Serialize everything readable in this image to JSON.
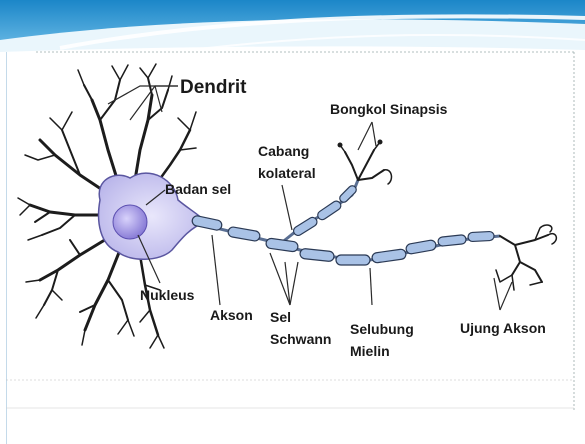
{
  "diagram": {
    "labels": {
      "dendrit": "Dendrit",
      "badan_sel": "Badan sel",
      "nukleus": "Nukleus",
      "akson": "Akson",
      "sel_schwann_1": "Sel",
      "sel_schwann_2": "Schwann",
      "selubung_mielin_1": "Selubung",
      "selubung_mielin_2": "Mielin",
      "cabang_kolateral_1": "Cabang",
      "cabang_kolateral_2": "kolateral",
      "bongkol_sinapsis": "Bongkol Sinapsis",
      "ujung_akson": "Ujung Akson"
    },
    "colors": {
      "cell_body": "#c9c6ef",
      "nucleus": "#8b7fd8",
      "myelin": "#a9c2e6",
      "banner_top": "#1f8fcf",
      "banner_light": "#9fd6f2"
    }
  }
}
